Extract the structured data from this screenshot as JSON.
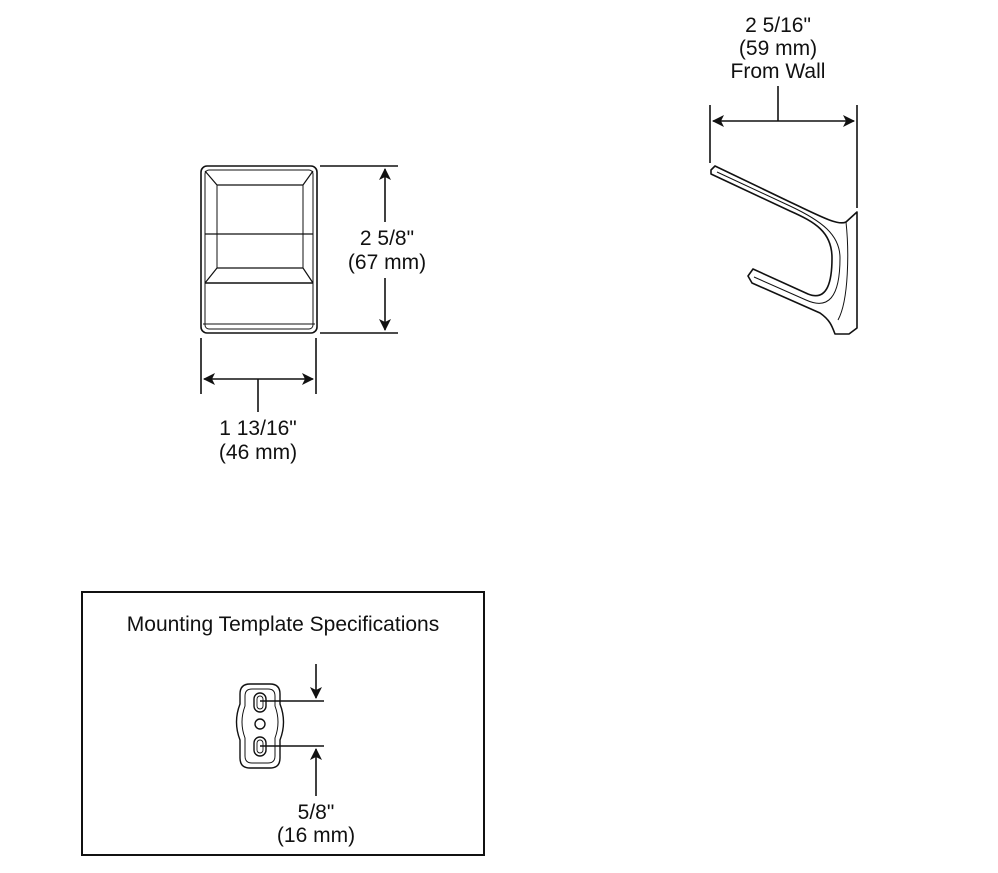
{
  "front_view": {
    "height_dim": {
      "imperial": "2 5/8\"",
      "metric": "(67 mm)"
    },
    "width_dim": {
      "imperial": "1 13/16\"",
      "metric": "(46 mm)"
    }
  },
  "side_view": {
    "projection_dim": {
      "imperial": "2 5/16\"",
      "metric": "(59 mm)",
      "note": "From Wall"
    }
  },
  "mounting_template": {
    "title": "Mounting Template Specifications",
    "spacing_dim": {
      "imperial": "5/8\"",
      "metric": "(16 mm)"
    }
  },
  "colors": {
    "line": "#111111",
    "background": "#ffffff"
  }
}
